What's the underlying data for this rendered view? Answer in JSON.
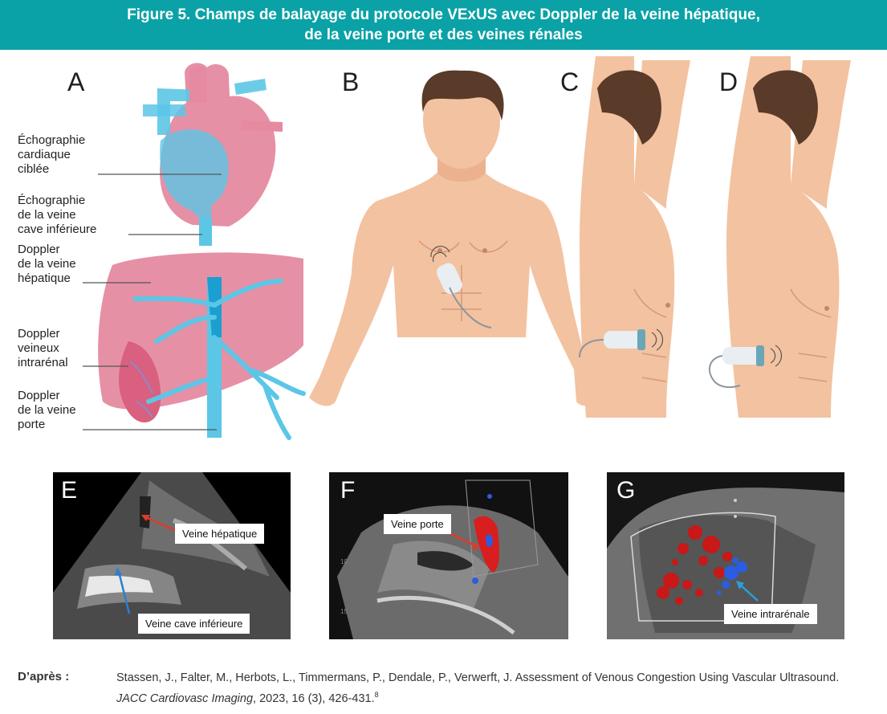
{
  "header": {
    "line1": "Figure 5. Champs de balayage du protocole VExUS avec Doppler de la veine hépatique,",
    "line2": "de la veine porte et des veines rénales"
  },
  "panels": {
    "a": "A",
    "b": "B",
    "c": "C",
    "d": "D",
    "e": "E",
    "f": "F",
    "g": "G"
  },
  "labels_a": {
    "cardiac": [
      "Échographie",
      "cardiaque",
      "ciblée"
    ],
    "ivc": [
      "Échographie",
      "de la veine",
      "cave inférieure"
    ],
    "hepatic": [
      "Doppler",
      "de la veine",
      "hépatique"
    ],
    "renal": [
      "Doppler",
      "veineux",
      "intrarénal"
    ],
    "portal": [
      "Doppler",
      "de la veine",
      "porte"
    ]
  },
  "callouts": {
    "e_hepatic": "Veine hépatique",
    "e_ivc": "Veine cave inférieure",
    "f_portal": "Veine porte",
    "g_renal": "Veine intrarénale"
  },
  "footer": {
    "key": "D’après :",
    "text": "Stassen, J., Falter, M., Herbots, L., Timmermans, P., Dendale, P., Verwerft, J. Assessment of Venous Congestion Using Vascular Ultrasound.",
    "journal": "JACC Cardiovasc Imaging",
    "citation_rest": ", 2023, 16 (3), 426-431.",
    "ref": "8"
  },
  "colors": {
    "header": "#0aa2a6",
    "skin": "#f3c2a0",
    "hair": "#5a3a28",
    "heart_pink": "#e58aa0",
    "vein_blue": "#5cc6e6",
    "doppler_red": "#d81e1e",
    "doppler_blue": "#2a5de0"
  }
}
